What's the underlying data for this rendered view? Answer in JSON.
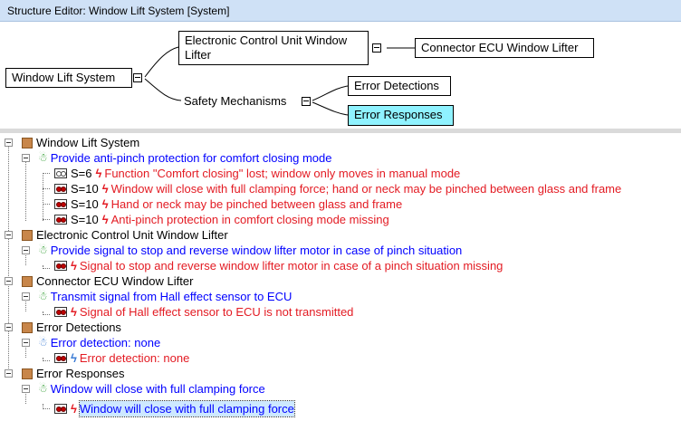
{
  "window": {
    "title": "Structure Editor: Window Lift System [System]"
  },
  "diagram": {
    "root": "Window Lift System",
    "ecu_line1": "Electronic Control Unit Window",
    "ecu_line2": "Lifter",
    "connector": "Connector ECU Window Lifter",
    "safety": "Safety Mechanisms",
    "detections": "Error Detections",
    "responses": "Error Responses"
  },
  "tree": {
    "n0": {
      "label": "Window Lift System"
    },
    "n0f": {
      "label": "Provide anti-pinch protection for comfort closing mode"
    },
    "n0f1": {
      "severity": "S=6",
      "label": "Function \"Comfort closing\" lost; window only moves in manual mode"
    },
    "n0f2": {
      "severity": "S=10",
      "label": "Window will close with full clamping force; hand or neck may be pinched between glass and frame"
    },
    "n0f3": {
      "severity": "S=10",
      "label": "Hand or neck may be pinched between glass and frame"
    },
    "n0f4": {
      "severity": "S=10",
      "label": "Anti-pinch protection in comfort closing mode missing"
    },
    "n1": {
      "label": "Electronic Control Unit Window Lifter"
    },
    "n1f": {
      "label": "Provide signal to stop and reverse window lifter motor in case of pinch situation"
    },
    "n1f1": {
      "label": "Signal to stop and reverse window lifter motor in case of a pinch situation missing"
    },
    "n2": {
      "label": "Connector ECU Window Lifter"
    },
    "n2f": {
      "label": "Transmit signal from Hall effect sensor to ECU"
    },
    "n2f1": {
      "label": "Signal of Hall effect sensor to ECU is not transmitted"
    },
    "n3": {
      "label": "Error Detections"
    },
    "n3f": {
      "label": "Error detection: none"
    },
    "n3f1": {
      "label": "Error detection: none"
    },
    "n4": {
      "label": "Error Responses"
    },
    "n4f": {
      "label": "Window will close with full clamping force"
    },
    "n4f1": {
      "label": "Window will close with full clamping force"
    }
  },
  "colors": {
    "function": "#0000ff",
    "failure": "#e31b23",
    "selected_node": "#8ff2ff",
    "titlebar": "#cfe1f6"
  }
}
